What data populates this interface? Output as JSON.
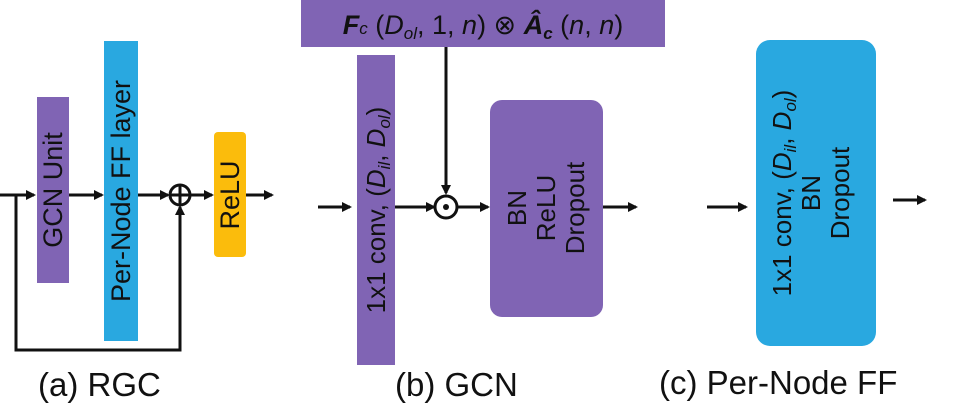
{
  "panels": {
    "a": {
      "caption": "(a) RGC",
      "gcn_unit_label": "GCN Unit",
      "ff_layer_label": "Per-Node FF layer",
      "relu_label": "ReLU"
    },
    "b": {
      "caption": "(b) GCN",
      "top_box_parts": [
        "F",
        "c",
        " (",
        "D",
        "ol",
        ", 1, ",
        "n",
        ") ⊗ ",
        "Â",
        "c",
        " (",
        "n",
        ", ",
        "n",
        ")"
      ],
      "conv_parts": [
        "1x1 conv, (",
        "D",
        "il",
        ", ",
        "D",
        "ol",
        ")"
      ],
      "block_lines": [
        "BN",
        "ReLU",
        "Dropout"
      ]
    },
    "c": {
      "caption": "(c) Per-Node FF",
      "conv_parts": [
        "1x1 conv, (",
        "D",
        "il",
        ", ",
        "D",
        "ol",
        ")"
      ],
      "bn_label": "BN",
      "dropout_label": "Dropout"
    }
  },
  "colors": {
    "purple": "#8064b4",
    "blue": "#29a8e0",
    "yellow": "#fbbc0c",
    "stroke": "#111111"
  }
}
